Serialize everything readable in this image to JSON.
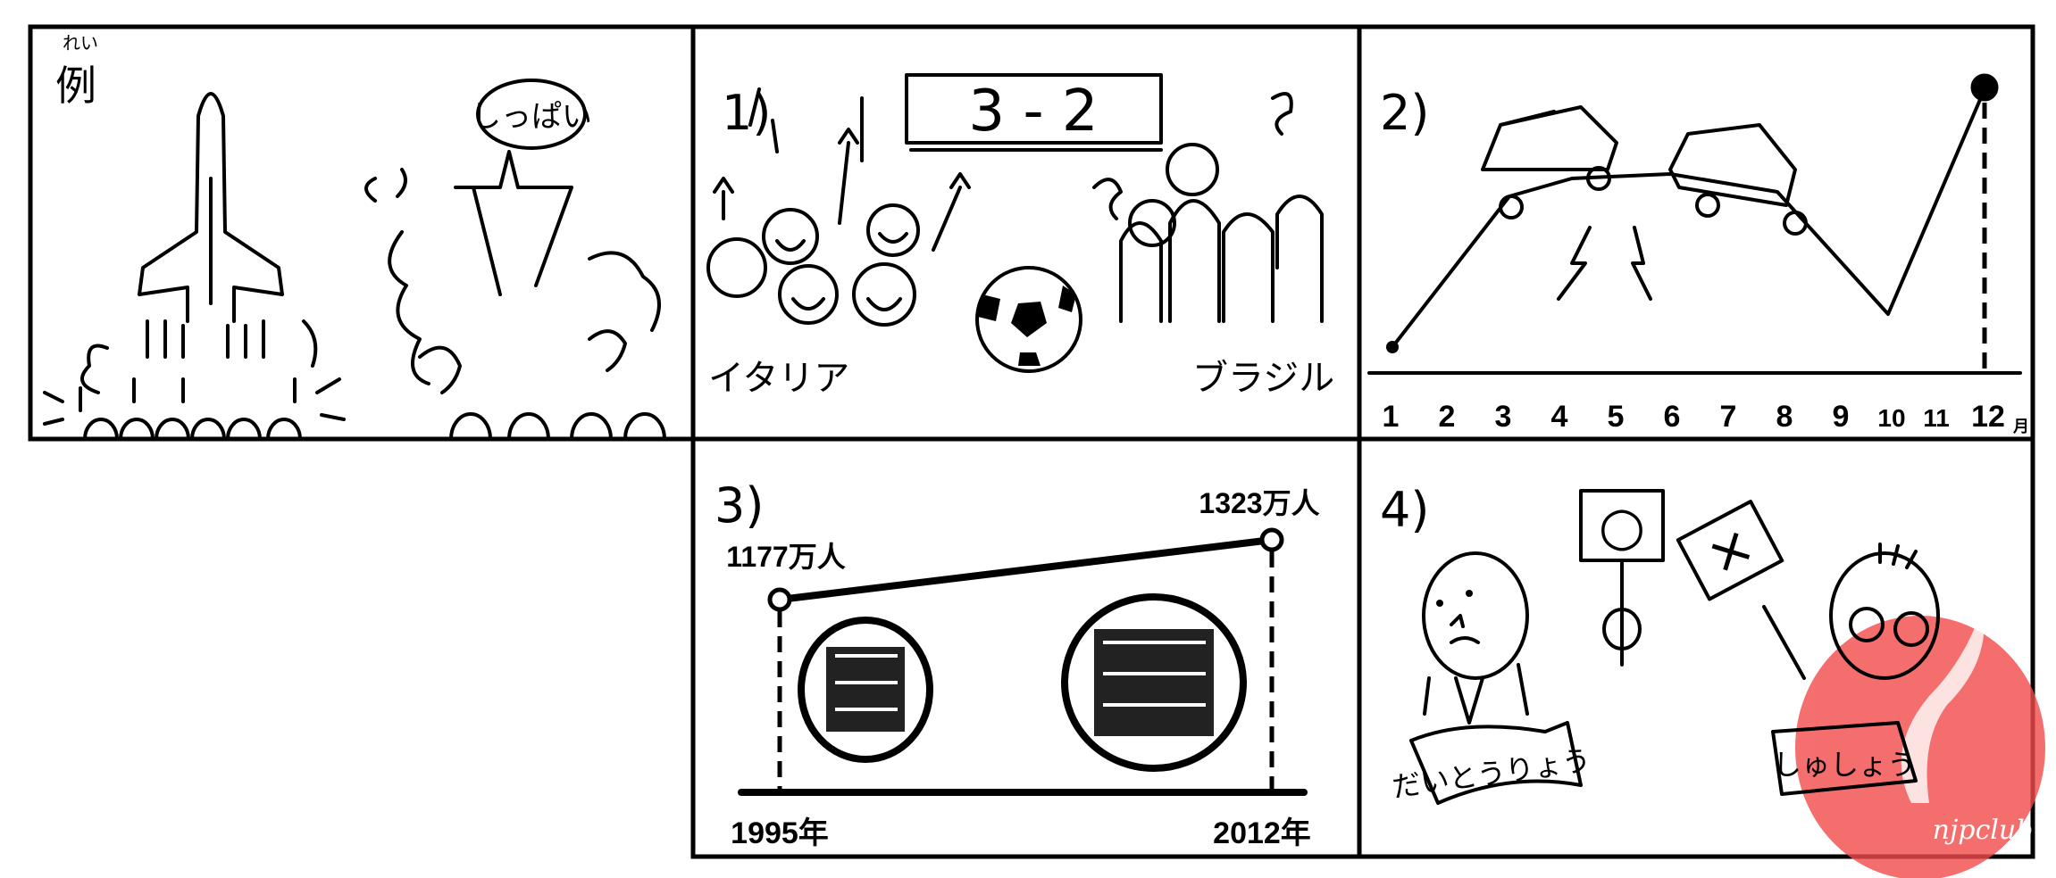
{
  "example": {
    "label": "例",
    "furigana": "れい",
    "bubble": "しっぱい"
  },
  "panel1": {
    "number": "1)",
    "score": "3 - 2",
    "team_left": "イタリア",
    "team_right": "ブラジル"
  },
  "panel2": {
    "number": "2)",
    "months": [
      "1",
      "2",
      "3",
      "4",
      "5",
      "6",
      "7",
      "8",
      "9",
      "10",
      "11",
      "12"
    ],
    "month_suffix": "月"
  },
  "panel3": {
    "number": "3)",
    "start_value": "1177万人",
    "end_value": "1323万人",
    "start_year": "1995年",
    "end_year": "2012年"
  },
  "panel4": {
    "number": "4)",
    "sign_left": "○",
    "sign_right": "×",
    "banner_left": "だいとうりょう",
    "banner_right": "しゅしょう"
  },
  "watermark": {
    "text": "njpclub",
    "color": "#f24b4b"
  }
}
